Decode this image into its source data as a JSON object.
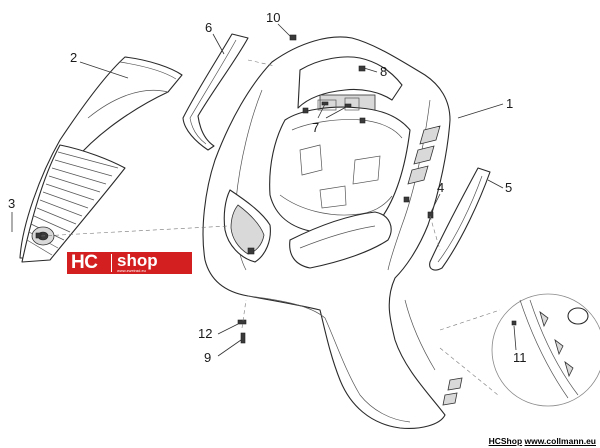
{
  "callouts": [
    "1",
    "2",
    "3",
    "4",
    "5",
    "6",
    "7",
    "8",
    "9",
    "10",
    "11",
    "12"
  ],
  "logo": {
    "brand": "HC",
    "word": "shop",
    "tagline": "www.zweirad.eu"
  },
  "footer": {
    "shop": "HCShop",
    "site": "www.collmann.eu"
  },
  "colors": {
    "logo_red": "#d31f1f",
    "line": "#2a2a2a"
  }
}
